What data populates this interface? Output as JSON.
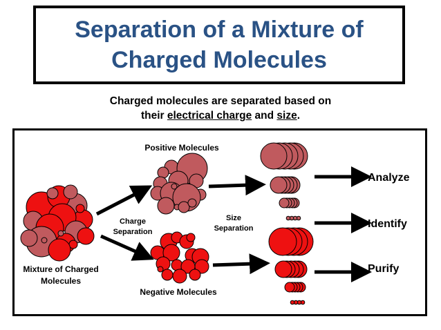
{
  "title": {
    "line1": "Separation of a Mixture of",
    "line2": "Charged Molecules"
  },
  "caption": {
    "line1": "Charged molecules are separated based on",
    "line2_prefix": "their ",
    "line2_charge": "electrical charge",
    "line2_middle": " and ",
    "line2_size": "size",
    "line2_suffix": "."
  },
  "labels": {
    "positive": "Positive Molecules",
    "negative": "Negative Molecules",
    "mixture_line1": "Mixture of Charged",
    "mixture_line2": "Molecules",
    "charge_sep_line1": "Charge",
    "charge_sep_line2": "Separation",
    "size_sep_line1": "Size",
    "size_sep_line2": "Separation"
  },
  "outcomes": {
    "analyze": "Analyze",
    "identify": "Identify",
    "purify": "Purify"
  },
  "colors": {
    "title": "#2a5285",
    "positive_fill": "#c05a5e",
    "negative_fill": "#ee1111",
    "outline": "#000000"
  }
}
